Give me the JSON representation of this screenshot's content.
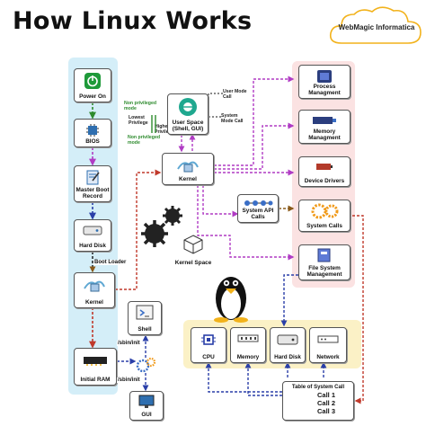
{
  "title": "How Linux Works",
  "brand": "WebMagic Informatica",
  "boot_chain": {
    "power_on": "Power On",
    "bios": "BIOS",
    "mbr": "Master Boot Record",
    "hard_disk": "Hard Disk",
    "boot_loader": "Boot Loader",
    "kernel": "Kernel",
    "initial_ram": "Initial RAM"
  },
  "init": {
    "sbin_init_1": "/sbin/init",
    "sbin_init_2": "/sbin/init",
    "shell": "Shell",
    "gui": "GUI"
  },
  "privilege": {
    "non_privileged": "Non privileged mode",
    "lowest": "Lowest Privilege",
    "highest": "Highest Privilege",
    "privileged": "Non privileged mode"
  },
  "center": {
    "user_space": "User Space (Shell, GUI)",
    "user_mode_call": "User Mode Call",
    "system_mode_call": "System Mode Call",
    "kernel": "Kernel",
    "kernel_space": "Kernel Space",
    "system_api_calls": "System API Calls"
  },
  "right_column": {
    "process": "Process Managment",
    "memory": "Memory Managment",
    "device_drivers": "Device Drivers",
    "system_calls": "System Calls",
    "file_system": "File System Management"
  },
  "hardware": {
    "cpu": "CPU",
    "memory": "Memory",
    "hard_disk": "Hard Disk",
    "network": "Network"
  },
  "syscall_table": {
    "title": "Table of System Call",
    "call1": "Call 1",
    "call2": "Call 2",
    "call3": "Call 3"
  },
  "colors": {
    "green": "#2e8b2e",
    "red_dash": "#c0392b",
    "purple_dash": "#b03cc4",
    "blue_dash": "#2a3fa8",
    "brown_dash": "#8a5a1a",
    "left_panel": "#d4eef8",
    "right_panel": "#fbe2e2",
    "hardware_panel": "#fbf1c6"
  }
}
